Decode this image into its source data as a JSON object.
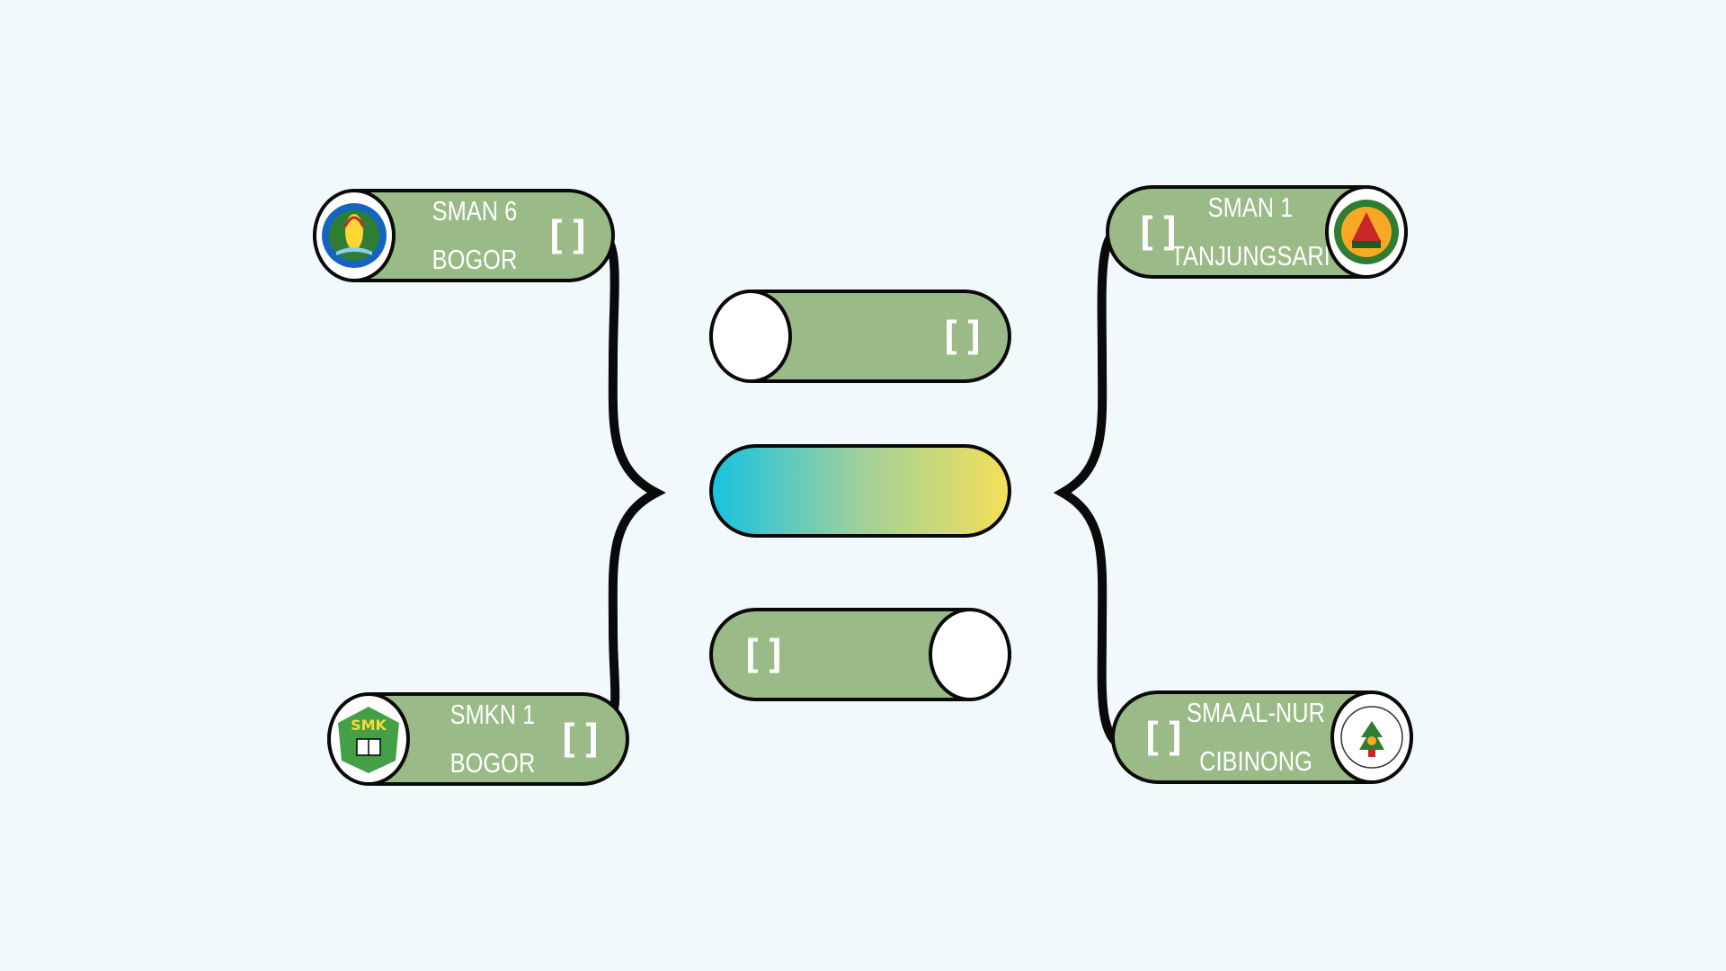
{
  "colors": {
    "background": "#f1f9fd",
    "pill_fill": "#9aba87",
    "outline": "#0a0a0a",
    "text": "#ffffff",
    "gradient_start": "#18c3df",
    "gradient_end": "#f4df5a"
  },
  "left_bracket": {
    "top_team": {
      "name_line1": "SMAN 6",
      "name_line2": "BOGOR",
      "score": "[]",
      "logo": "sman-6-bogor-logo-icon"
    },
    "bottom_team": {
      "name_line1": "SMKN 1",
      "name_line2": "BOGOR",
      "score": "[]",
      "logo": "smkn-1-bogor-logo-icon"
    }
  },
  "right_bracket": {
    "top_team": {
      "name_line1": "SMAN 1",
      "name_line2": "TANJUNGSARI",
      "score": "[]",
      "logo": "sman-1-tanjungsari-logo-icon"
    },
    "bottom_team": {
      "name_line1": "SMA AL-NUR",
      "name_line2": "CIBINONG",
      "score": "[]",
      "logo": "sma-al-nur-cibinong-logo-icon"
    }
  },
  "center": {
    "top_slot_score": "[]",
    "bottom_slot_score": "[]"
  }
}
